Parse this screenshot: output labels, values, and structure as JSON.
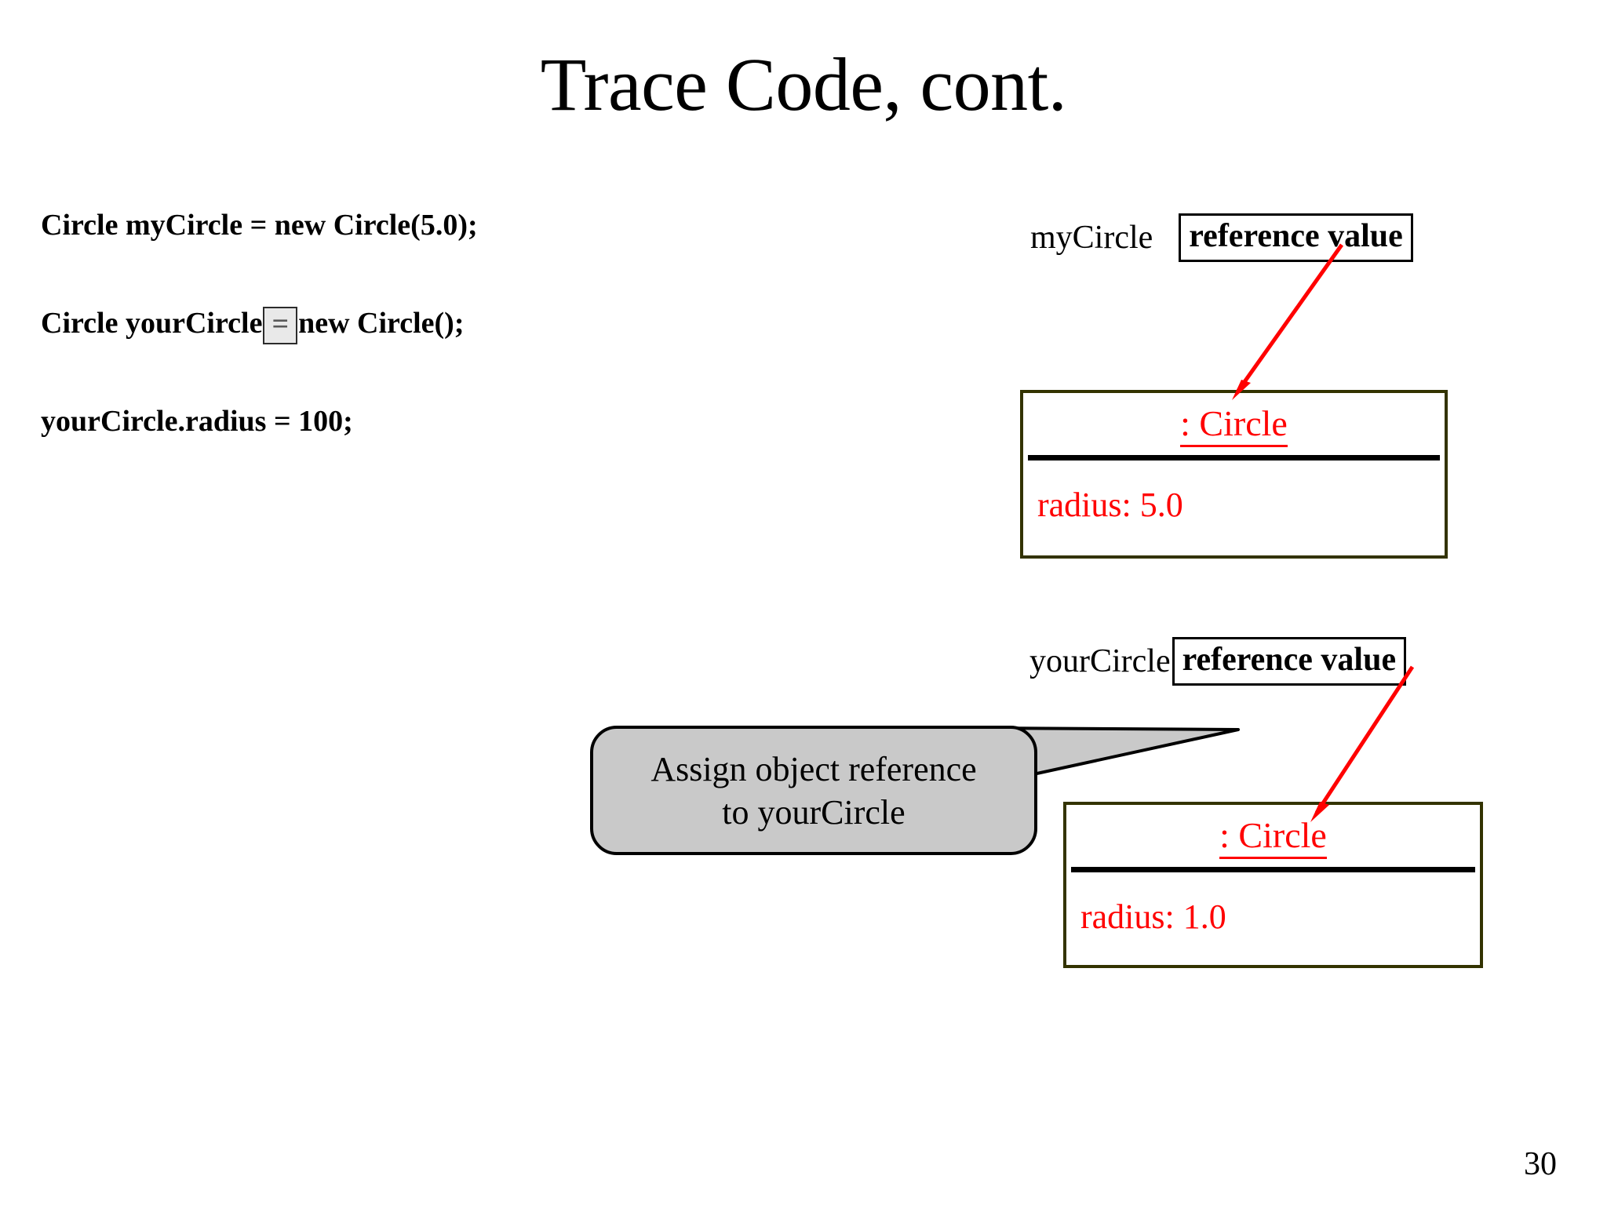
{
  "slide": {
    "title": "Trace Code, cont.",
    "page_number": "30",
    "background_color": "#ffffff"
  },
  "code": {
    "line1": {
      "before": "Circle myCircle = new Circle(5.0);"
    },
    "line2": {
      "before": "Circle yourCircle",
      "highlighted_operator": "=",
      "after": "new Circle();",
      "highlight_fill": "#e9e9e9",
      "highlight_border": "#2c2c2c"
    },
    "line3": {
      "before": "yourCircle.radius = 100;"
    }
  },
  "diagram": {
    "references": [
      {
        "variable": "myCircle",
        "box_label": "reference value",
        "box_border_color": "#000000"
      },
      {
        "variable": "yourCircle",
        "box_label": "reference value",
        "box_border_color": "#000000"
      }
    ],
    "objects": [
      {
        "title": ": Circle",
        "field": "radius: 5.0",
        "border_color": "#333300",
        "text_color": "#ff0000",
        "divider_color": "#000000"
      },
      {
        "title": ": Circle",
        "field": "radius: 1.0",
        "border_color": "#333300",
        "text_color": "#ff0000",
        "divider_color": "#000000"
      }
    ],
    "arrow_color": "#ff0000"
  },
  "callout": {
    "line1": "Assign object reference",
    "line2": "to yourCircle",
    "fill_color": "#c9c9c9",
    "border_color": "#000000"
  }
}
